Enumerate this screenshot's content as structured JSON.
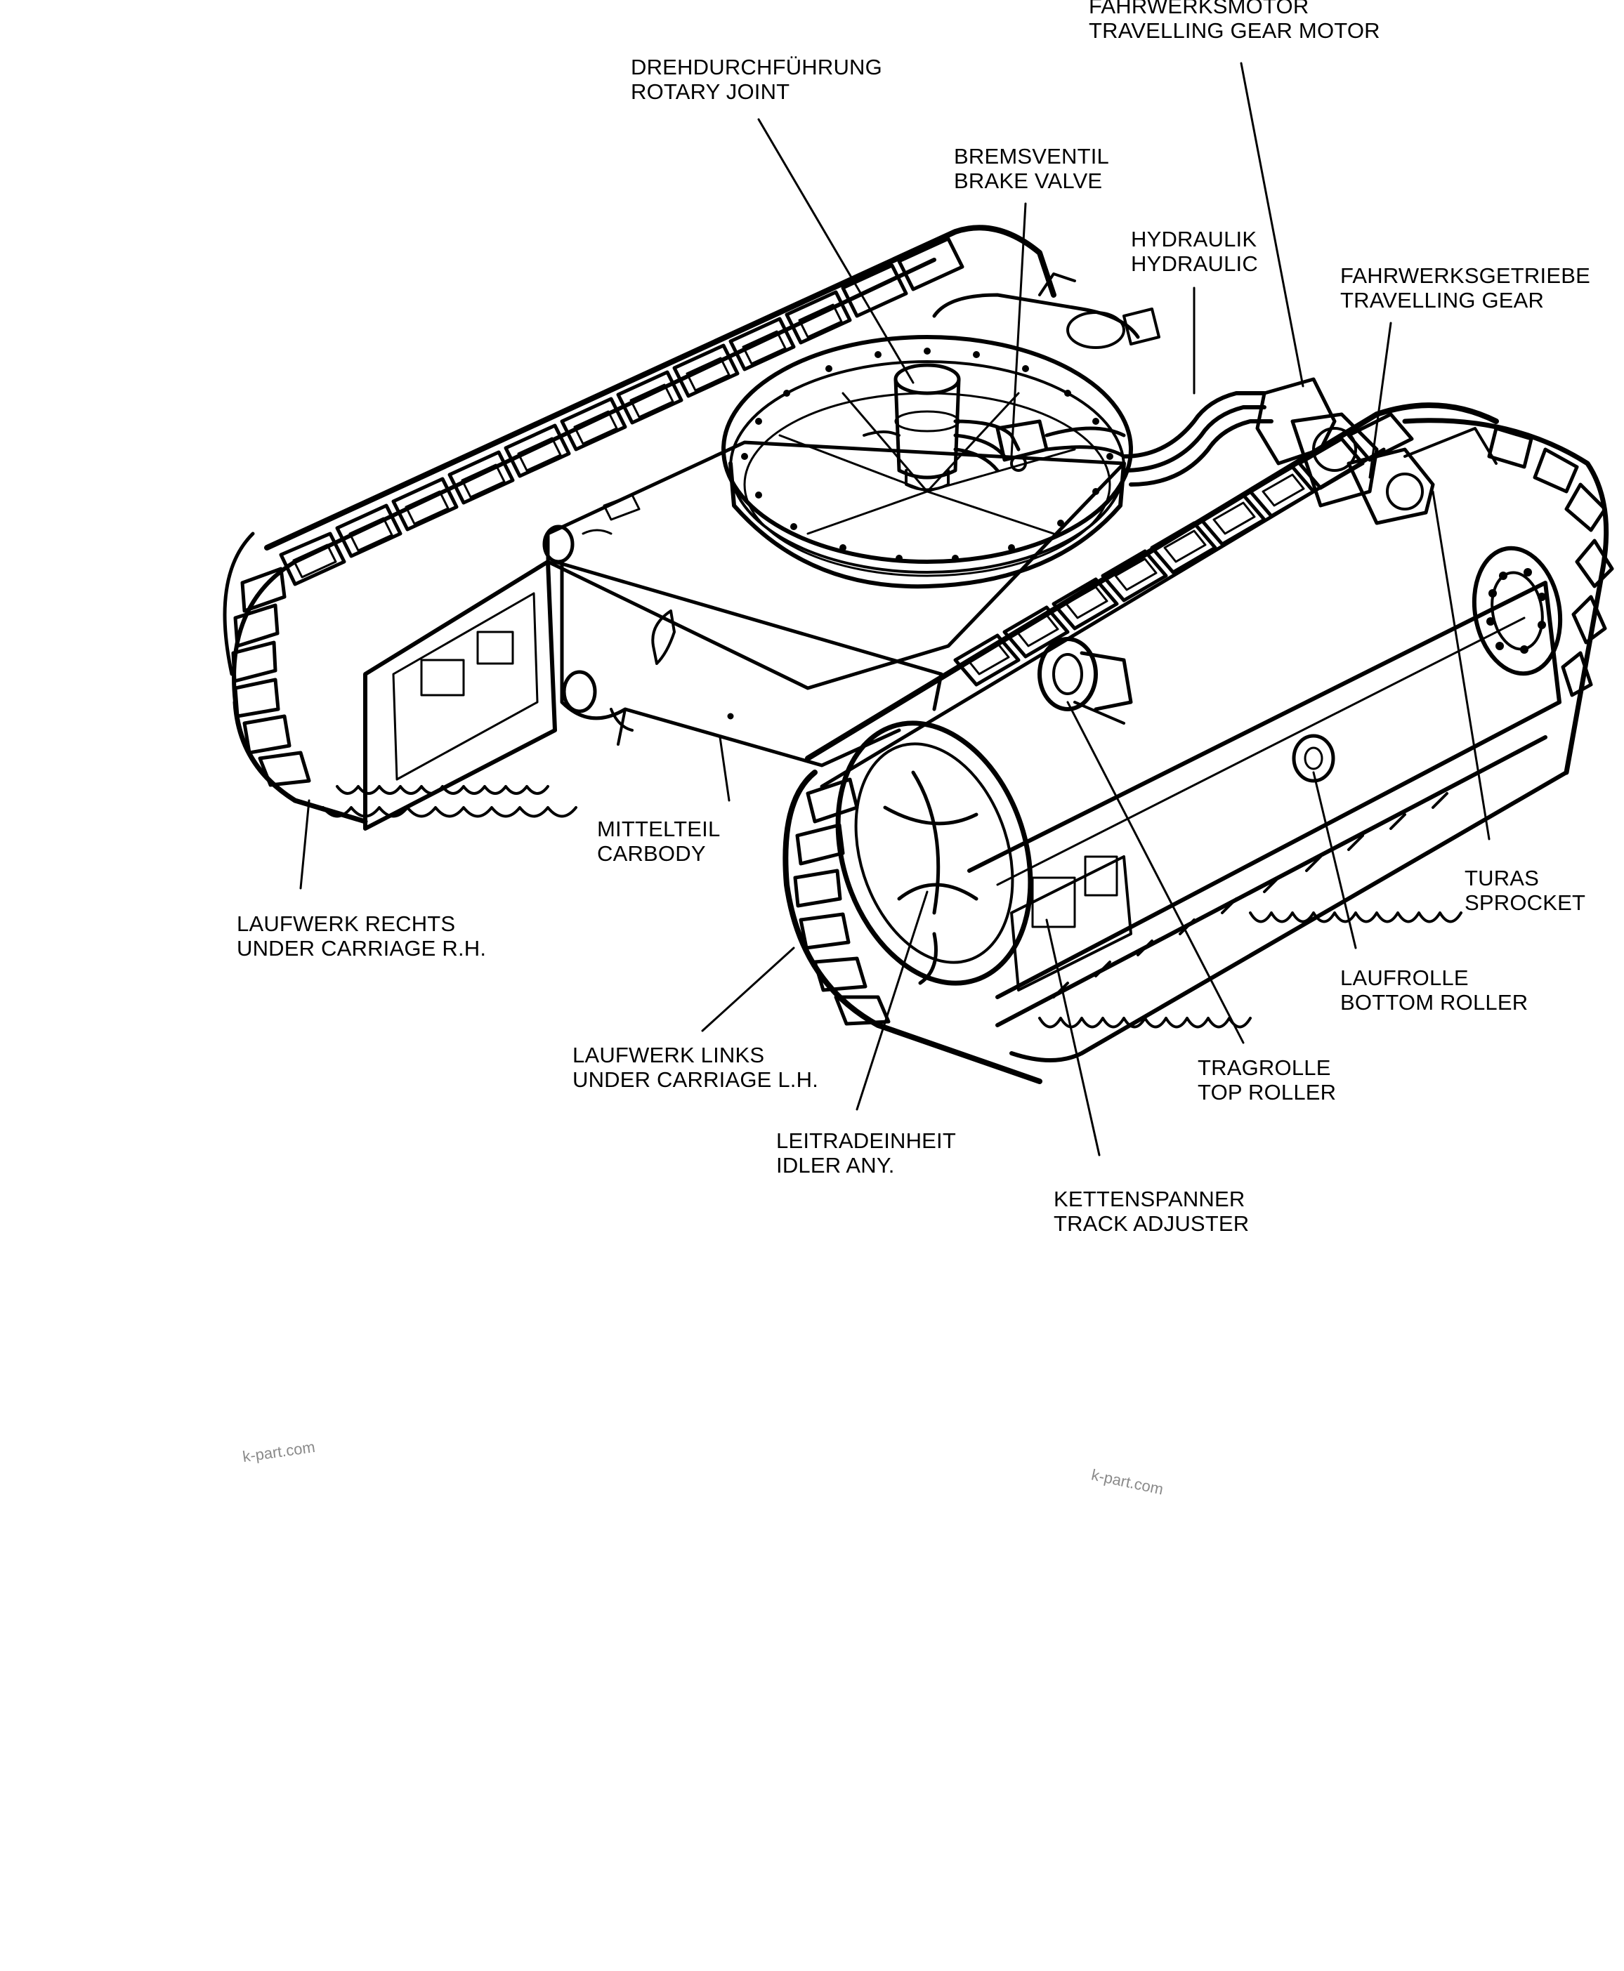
{
  "labels": {
    "travelling_gear_motor": [
      "FAHRWERKSMOTOR",
      "TRAVELLING GEAR MOTOR"
    ],
    "rotary_joint": [
      "DREHDURCHFÜHRUNG",
      "ROTARY JOINT"
    ],
    "brake_valve": [
      "BREMSVENTIL",
      "BRAKE VALVE"
    ],
    "hydraulic": [
      "HYDRAULIK",
      "HYDRAULIC"
    ],
    "travelling_gear": [
      "FAHRWERKSGETRIEBE",
      "TRAVELLING GEAR"
    ],
    "carbody": [
      "MITTELTEIL",
      "CARBODY"
    ],
    "under_carriage_rh": [
      "LAUFWERK RECHTS",
      "UNDER CARRIAGE R.H."
    ],
    "sprocket": [
      "TURAS",
      "SPROCKET"
    ],
    "bottom_roller": [
      "LAUFROLLE",
      "BOTTOM ROLLER"
    ],
    "under_carriage_lh": [
      "LAUFWERK LINKS",
      "UNDER CARRIAGE L.H."
    ],
    "top_roller": [
      "TRAGROLLE",
      "TOP ROLLER"
    ],
    "idler": [
      "LEITRADEINHEIT",
      "IDLER ANY."
    ],
    "track_adjuster": [
      "KETTENSPANNER",
      "TRACK ADJUSTER"
    ]
  },
  "watermarks": [
    "k-part.com",
    "k-part.com"
  ]
}
